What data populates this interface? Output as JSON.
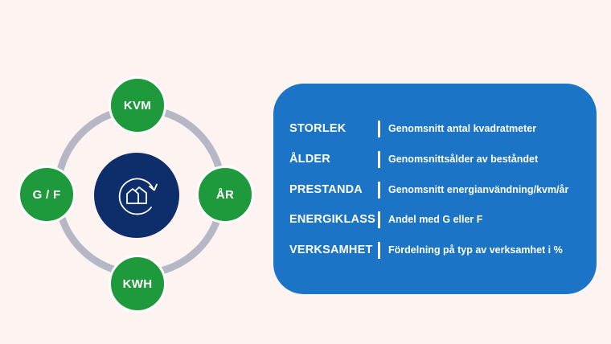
{
  "diagram": {
    "nodes": {
      "top": "KVM",
      "right": "ÅR",
      "bottom": "KWH",
      "left": "G / F"
    },
    "center_icon": "house-refresh-icon",
    "colors": {
      "node": "#1e9a3c",
      "center": "#0d2d6b",
      "ring": "#b5b8c4"
    }
  },
  "panel": {
    "color": "#1b74c6",
    "rows": [
      {
        "key": "STORLEK",
        "value": "Genomsnitt antal kvadratmeter"
      },
      {
        "key": "ÅLDER",
        "value": "Genomsnittsålder av beståndet"
      },
      {
        "key": "PRESTANDA",
        "value": "Genomsnitt energianvändning/kvm/år"
      },
      {
        "key": "ENERGIKLASS",
        "value": "Andel med G eller F"
      },
      {
        "key": "VERKSAMHET",
        "value": "Fördelning på typ av verksamhet i %"
      }
    ]
  }
}
